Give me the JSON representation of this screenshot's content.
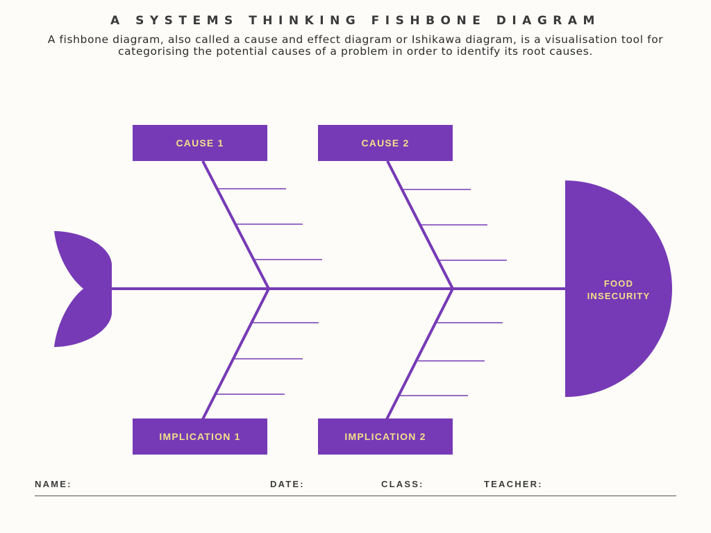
{
  "header": {
    "title": "A SYSTEMS THINKING FISHBONE DIAGRAM",
    "subtitle": "A fishbone diagram, also called a cause and effect diagram or Ishikawa diagram, is a visualisation tool for categorising the potential causes of a problem in order to identify its root causes."
  },
  "diagram": {
    "cause_1": "CAUSE 1",
    "cause_2": "CAUSE 2",
    "implication_1": "IMPLICATION 1",
    "implication_2": "IMPLICATION 2",
    "head_line_1": "FOOD",
    "head_line_2": "INSECURITY"
  },
  "footer": {
    "name_label": "NAME:",
    "date_label": "DATE:",
    "class_label": "CLASS:",
    "teacher_label": "TEACHER:"
  },
  "colors": {
    "purple": "#763ab6",
    "label_yellow": "#f0e08a",
    "background": "#fdfcf8"
  },
  "icons": [
    "fish-tail-shape",
    "fish-head-shape"
  ]
}
